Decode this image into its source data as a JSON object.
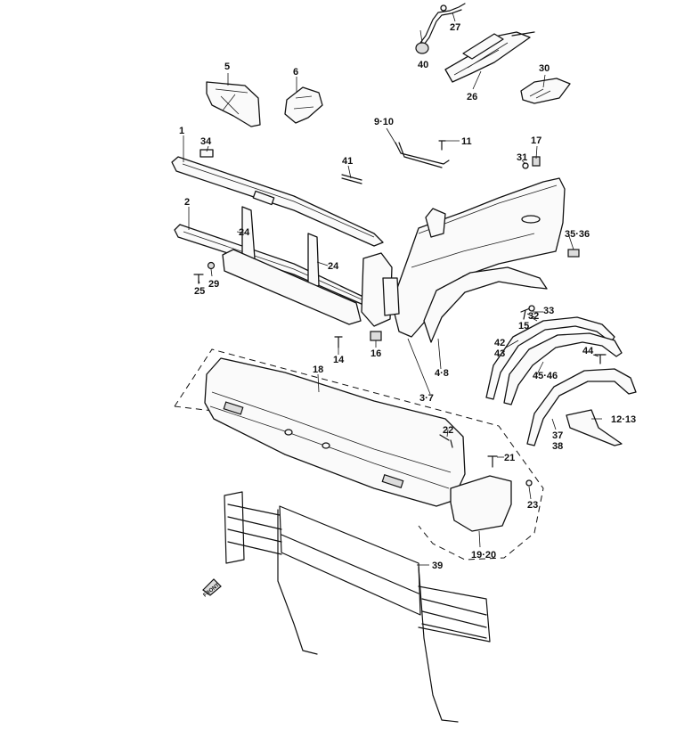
{
  "callouts": {
    "c1": "1",
    "c2": "2",
    "c3_7": "3·7",
    "c4_8": "4·8",
    "c5": "5",
    "c6": "6",
    "c9_10": "9·10",
    "c11": "11",
    "c12_13": "12·13",
    "c14": "14",
    "c15": "15",
    "c16": "16",
    "c17": "17",
    "c18": "18",
    "c19_20": "19·20",
    "c21": "21",
    "c22": "22",
    "c23": "23",
    "c24a": "24",
    "c24b": "24",
    "c25": "25",
    "c26": "26",
    "c27": "27",
    "c29": "29",
    "c30": "30",
    "c31": "31",
    "c32": "32",
    "c33": "33",
    "c34": "34",
    "c35_36": "35·36",
    "c37": "37",
    "c38": "38",
    "c39": "39",
    "c40": "40",
    "c41": "41",
    "c42": "42",
    "c43": "43",
    "c44": "44",
    "c45_46": "45·46"
  },
  "front_marker": "FRONT"
}
